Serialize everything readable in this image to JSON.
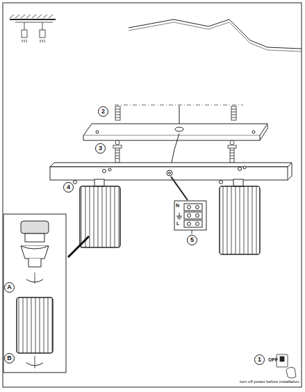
{
  "diagram": {
    "labels": [
      "2",
      "3",
      "4",
      "5",
      "A",
      "B",
      "N",
      "L",
      "1",
      "OFF",
      "turn off power before installation."
    ]
  }
}
